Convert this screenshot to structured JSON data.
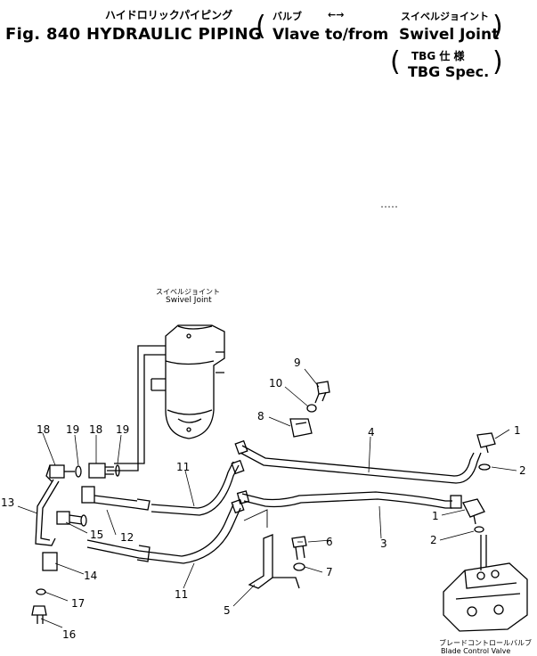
{
  "header": {
    "kana_title": "ハイドロリックパイピング",
    "figure_title": "Fig. 840 HYDRAULIC PIPING",
    "kana_valve": "バルブ",
    "arrows": "←→",
    "kana_swivel": "スイベルジョイント",
    "valve_text": "Vlave to/from",
    "swivel_text": "Swivel Joint",
    "tbg_jp": "TBG 仕 様",
    "tbg_spec": "TBG Spec."
  },
  "components": {
    "swivel_jp": "スイベルジョイント",
    "swivel_en": "Swivel Joint",
    "valve_jp": "ブレードコントロールバルブ",
    "valve_en": "Blade Control Valve"
  },
  "callouts": [
    "1",
    "1",
    "2",
    "2",
    "3",
    "4",
    "5",
    "6",
    "7",
    "8",
    "9",
    "10",
    "11",
    "11",
    "12",
    "13",
    "14",
    "15",
    "16",
    "17",
    "18",
    "18",
    "19",
    "19"
  ]
}
